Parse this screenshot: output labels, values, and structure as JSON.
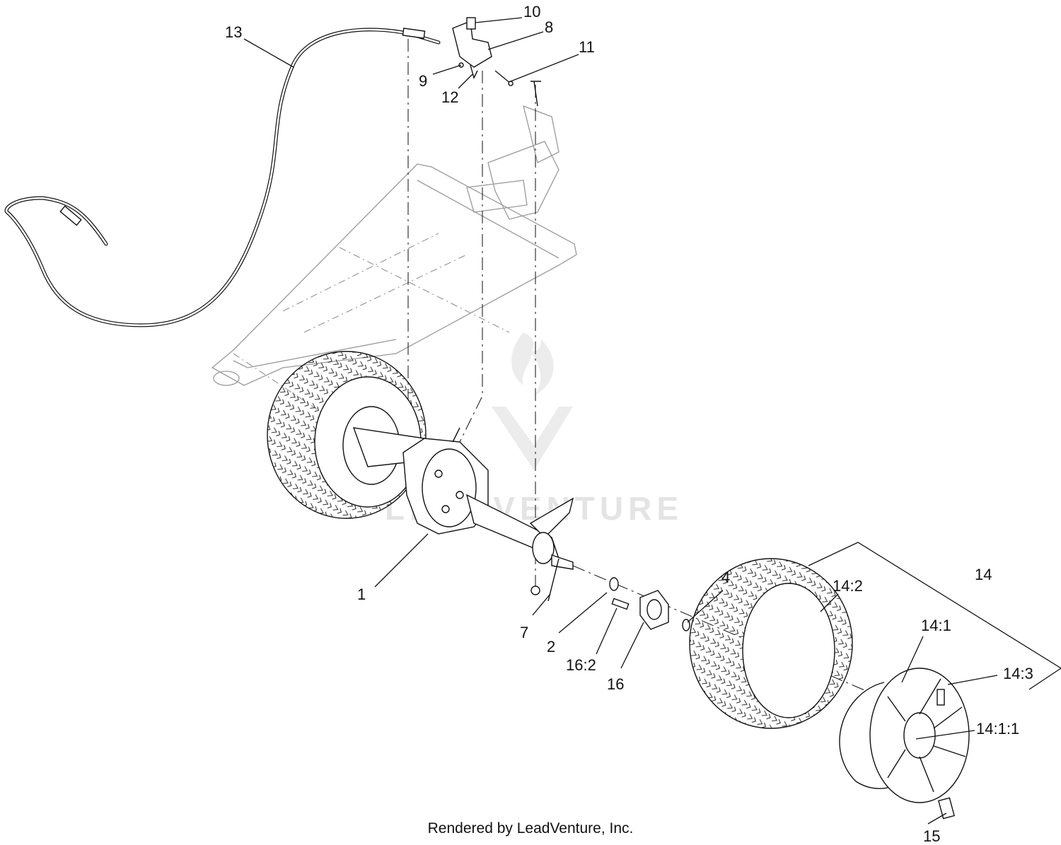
{
  "diagram": {
    "callouts": {
      "c1": "1",
      "c2": "2",
      "c4": "4",
      "c7": "7",
      "c8": "8",
      "c9": "9",
      "c10": "10",
      "c11": "11",
      "c12": "12",
      "c13": "13",
      "c14": "14",
      "c14_1": "14:1",
      "c14_1_1": "14:1:1",
      "c14_2": "14:2",
      "c14_3": "14:3",
      "c15": "15",
      "c16": "16",
      "c16_2": "16:2"
    },
    "watermark": "LEADVENTURE"
  },
  "footer": {
    "text": "Rendered by LeadVenture, Inc."
  }
}
